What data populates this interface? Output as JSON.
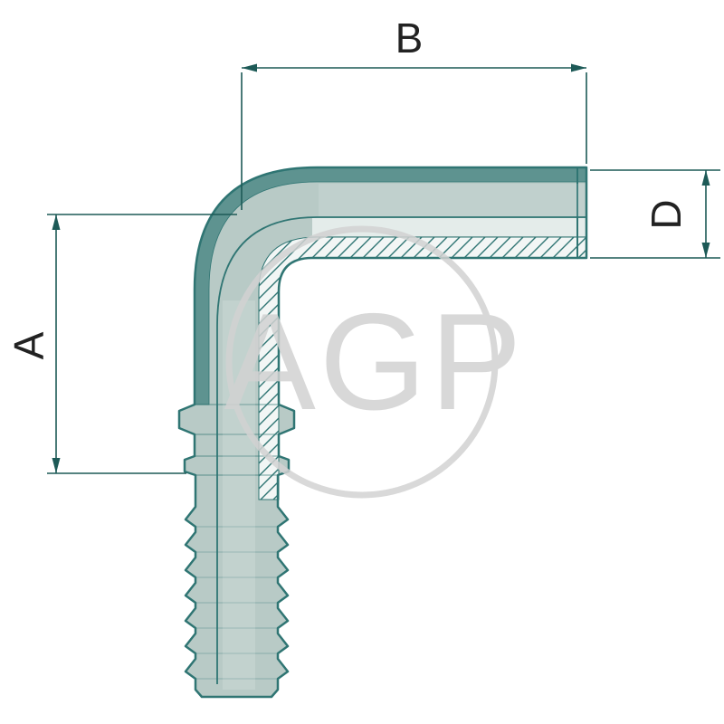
{
  "diagram": {
    "dimension_labels": {
      "a": "A",
      "b": "B",
      "d": "D"
    },
    "watermark_text": "AGP",
    "colors": {
      "background": "#ffffff",
      "outline": "#2f7573",
      "body": "#b8cac6",
      "shading_band": "#5e9390",
      "bore": "#e4ecea",
      "hatch_background": "#f2f6f5",
      "dimension_lines": "#1d5a57",
      "label_text": "#222222",
      "watermark": "#d2d2d2"
    }
  }
}
